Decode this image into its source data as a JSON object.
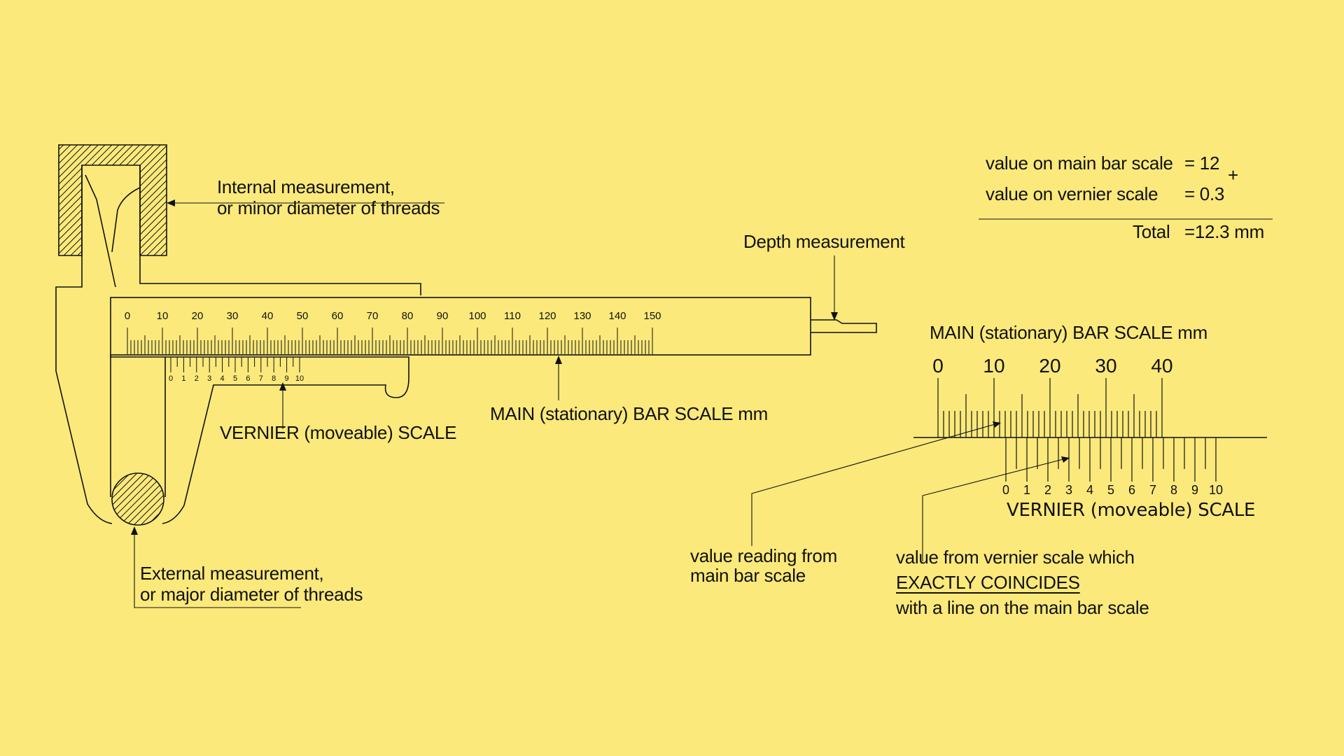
{
  "colors": {
    "background": "#FBE97B",
    "ink": "#111111"
  },
  "labels": {
    "internal_line1": "Internal measurement,",
    "internal_line2": "or minor diameter of threads",
    "external_line1": "External measurement,",
    "external_line2": "or major diameter of threads",
    "depth": "Depth measurement",
    "vernier_left": "VERNIER (moveable) SCALE",
    "main_left": "MAIN (stationary) BAR SCALE  mm",
    "main_right": "MAIN (stationary) BAR SCALE  mm",
    "vernier_right": "VERNIER  (moveable)  SCALE",
    "value_reading_line1": "value  reading from",
    "value_reading_line2": "main bar scale",
    "value_vernier_line1": "value from vernier scale which",
    "value_vernier_line2": "EXACTLY COINCIDES",
    "value_vernier_line3": "with a line on the main bar scale"
  },
  "calculation": {
    "main_label": "value on main bar scale",
    "main_value": "= 12",
    "vernier_label": "value on vernier scale",
    "vernier_value": "= 0.3",
    "plus": "+",
    "total_label": "Total",
    "total_value": "=12.3 mm"
  },
  "main_scale_numbers": [
    "0",
    "10",
    "20",
    "30",
    "40",
    "50",
    "60",
    "70",
    "80",
    "90",
    "100",
    "110",
    "120",
    "130",
    "140",
    "150"
  ],
  "vernier_scale_numbers": [
    "0",
    "1",
    "2",
    "3",
    "4",
    "5",
    "6",
    "7",
    "8",
    "9",
    "10"
  ],
  "detail_main_numbers": [
    "0",
    "10",
    "20",
    "30",
    "40"
  ],
  "detail_vernier_numbers": [
    "0",
    "1",
    "2",
    "3",
    "4",
    "5",
    "6",
    "7",
    "8",
    "9",
    "10"
  ]
}
